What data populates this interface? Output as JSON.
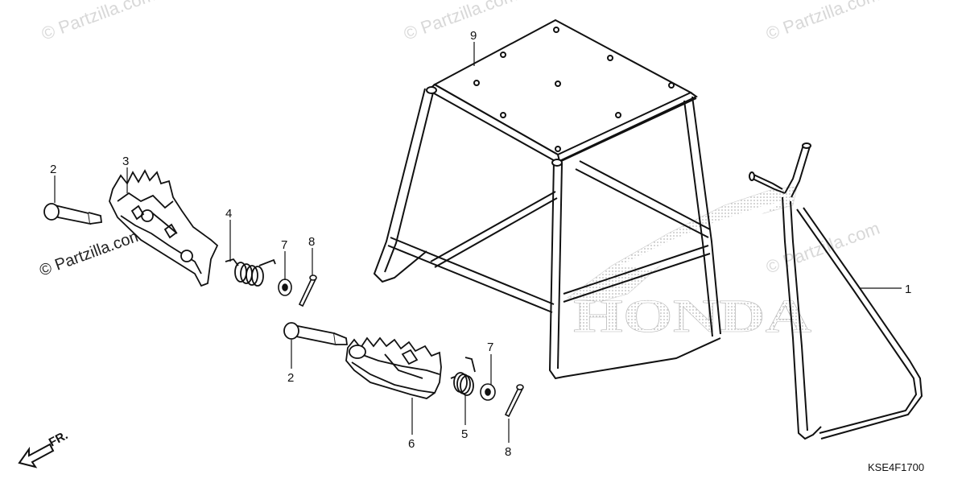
{
  "watermark": {
    "text": "© Partzilla.com"
  },
  "brand_watermark": {
    "text": "HONDA"
  },
  "diagram_code": "KSE4F1700",
  "direction_label": "FR.",
  "callouts": {
    "c1": "1",
    "c2a": "2",
    "c2b": "2",
    "c3": "3",
    "c4": "4",
    "c5": "5",
    "c6": "6",
    "c7a": "7",
    "c7b": "7",
    "c8a": "8",
    "c8b": "8",
    "c9": "9"
  }
}
